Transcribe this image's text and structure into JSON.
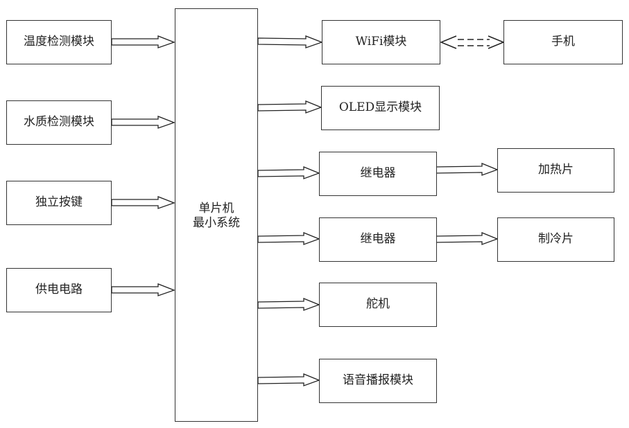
{
  "diagram": {
    "inputs": [
      {
        "id": "temp",
        "label": "温度检测模块"
      },
      {
        "id": "water",
        "label": "水质检测模块"
      },
      {
        "id": "keys",
        "label": "独立按键"
      },
      {
        "id": "power",
        "label": "供电电路"
      }
    ],
    "mcu": {
      "line1": "单片机",
      "line2": "最小系统"
    },
    "outputs": [
      {
        "id": "wifi",
        "label": "WiFi模块"
      },
      {
        "id": "oled",
        "label": "OLED显示模块"
      },
      {
        "id": "relay1",
        "label": "继电器"
      },
      {
        "id": "relay2",
        "label": "继电器"
      },
      {
        "id": "servo",
        "label": "舵机"
      },
      {
        "id": "voice",
        "label": "语音播报模块"
      }
    ],
    "peripherals": [
      {
        "id": "phone",
        "label": "手机"
      },
      {
        "id": "heater",
        "label": "加热片"
      },
      {
        "id": "cooler",
        "label": "制冷片"
      }
    ],
    "connections": [
      {
        "from": "温度检测模块",
        "to": "单片机最小系统",
        "style": "block-arrow"
      },
      {
        "from": "水质检测模块",
        "to": "单片机最小系统",
        "style": "block-arrow"
      },
      {
        "from": "独立按键",
        "to": "单片机最小系统",
        "style": "block-arrow"
      },
      {
        "from": "供电电路",
        "to": "单片机最小系统",
        "style": "block-arrow"
      },
      {
        "from": "单片机最小系统",
        "to": "WiFi模块",
        "style": "block-arrow"
      },
      {
        "from": "单片机最小系统",
        "to": "OLED显示模块",
        "style": "block-arrow"
      },
      {
        "from": "单片机最小系统",
        "to": "继电器",
        "style": "block-arrow"
      },
      {
        "from": "单片机最小系统",
        "to": "继电器",
        "style": "block-arrow"
      },
      {
        "from": "单片机最小系统",
        "to": "舵机",
        "style": "block-arrow"
      },
      {
        "from": "单片机最小系统",
        "to": "语音播报模块",
        "style": "block-arrow"
      },
      {
        "from": "WiFi模块",
        "to": "手机",
        "style": "dashed-bidirectional"
      },
      {
        "from": "继电器",
        "to": "加热片",
        "style": "block-arrow"
      },
      {
        "from": "继电器",
        "to": "制冷片",
        "style": "block-arrow"
      }
    ]
  }
}
